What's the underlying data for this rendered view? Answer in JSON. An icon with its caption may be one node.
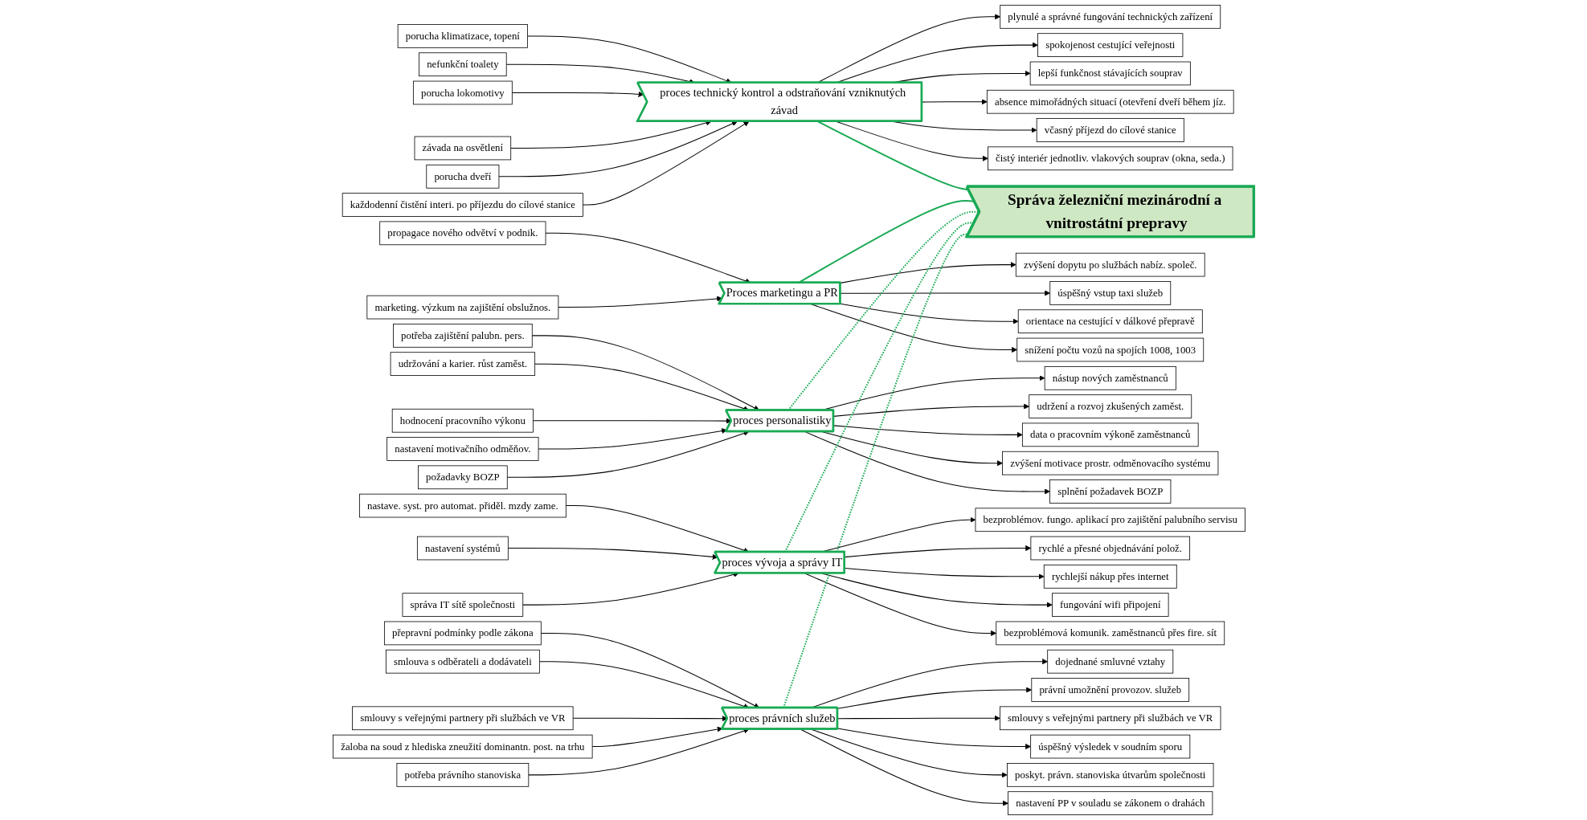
{
  "diagram": {
    "nodes": [
      {
        "text": [
          "proces technický kontrol a odstraňování vzniknutých závad"
        ]
      },
      {
        "text": [
          "porucha klimatizace, topení"
        ]
      },
      {
        "text": [
          "nefunkční toalety"
        ]
      },
      {
        "text": [
          "porucha lokomotivy"
        ]
      },
      {
        "text": [
          "závada na osvětlení"
        ]
      },
      {
        "text": [
          "porucha dveří"
        ]
      },
      {
        "text": [
          "každodenní čistění interi. po příjezdu do cílové stanice"
        ]
      },
      {
        "text": [
          "plynulé a správné fungování technických zařízení"
        ]
      },
      {
        "text": [
          "spokojenost cestující veřejnosti"
        ]
      },
      {
        "text": [
          "lepší funkčnost stávajících souprav"
        ]
      },
      {
        "text": [
          "absence mimořádných situací (otevření dveří během jíz."
        ]
      },
      {
        "text": [
          "včasný příjezd do cílové stanice"
        ]
      },
      {
        "text": [
          "čistý interiér jednotliv. vlakových souprav (okna, seda.)"
        ]
      },
      {
        "text": [
          "Proces marketingu a PR"
        ]
      },
      {
        "text": [
          "propagace nového odvětví v podnik."
        ]
      },
      {
        "text": [
          "marketing. výzkum na zajištění obslužnos."
        ]
      },
      {
        "text": [
          "zvýšení dopytu po službách nabíz. společ."
        ]
      },
      {
        "text": [
          "úspěšný vstup taxi služeb"
        ]
      },
      {
        "text": [
          "orientace na cestující v dálkové přepravě"
        ]
      },
      {
        "text": [
          "snížení počtu vozů na spojích 1008, 1003"
        ]
      },
      {
        "text": [
          "proces personalistiky"
        ]
      },
      {
        "text": [
          "potřeba zajištění palubn. pers."
        ]
      },
      {
        "text": [
          "udržování a karier. růst zaměst."
        ]
      },
      {
        "text": [
          "hodnocení pracovního výkonu"
        ]
      },
      {
        "text": [
          "nastavení motivačního odměňov."
        ]
      },
      {
        "text": [
          "požadavky BOZP"
        ]
      },
      {
        "text": [
          "nástup nových zaměstnanců"
        ]
      },
      {
        "text": [
          "udržení a rozvoj zkušených zaměst."
        ]
      },
      {
        "text": [
          "data o pracovním výkoně zaměstnanců"
        ]
      },
      {
        "text": [
          "zvýšení motivace prostr. odměnovacího systému"
        ]
      },
      {
        "text": [
          "splnění požadavek BOZP"
        ]
      },
      {
        "text": [
          "proces vývoja a správy IT"
        ]
      },
      {
        "text": [
          "nastave. syst. pro automat. přiděl. mzdy zame."
        ]
      },
      {
        "text": [
          "nastavení systémů"
        ]
      },
      {
        "text": [
          "správa IT sítě společnosti"
        ]
      },
      {
        "text": [
          "bezproblémov. fungo. aplikací pro zajištění palubního servisu"
        ]
      },
      {
        "text": [
          "rychlé a přesné objednávání polož."
        ]
      },
      {
        "text": [
          "rychlejší nákup přes internet"
        ]
      },
      {
        "text": [
          "fungování wifi připojení"
        ]
      },
      {
        "text": [
          "bezproblémová komunik. zaměstnanců přes fire. sít"
        ]
      },
      {
        "text": [
          "proces právních služeb"
        ]
      },
      {
        "text": [
          "přepravní podmínky podle zákona"
        ]
      },
      {
        "text": [
          "smlouva s odběrateli a dodávateli"
        ]
      },
      {
        "text": [
          "smlouvy s veřejnými partnery při službách ve VR"
        ]
      },
      {
        "text": [
          "žaloba na soud z hlediska zneužití dominantn. post. na trhu"
        ]
      },
      {
        "text": [
          "potřeba právního stanoviska"
        ]
      },
      {
        "text": [
          "dojednané smluvné vztahy"
        ]
      },
      {
        "text": [
          "právní umožnění provozov. služeb"
        ]
      },
      {
        "text": [
          "smlouvy s veřejnými partnery při službách ve VR"
        ]
      },
      {
        "text": [
          "úspěšný výsledek v soudním sporu"
        ]
      },
      {
        "text": [
          "poskyt. právn. stanoviska útvarům společnosti"
        ]
      },
      {
        "text": [
          "nastavení PP v souladu se zákonem o drahách"
        ]
      },
      {
        "text": [
          "Správa železniční mezinárodní a vnitrostátní prepravy"
        ]
      }
    ],
    "edges": [
      {
        "from": 1,
        "to": 0,
        "arrow": "to"
      },
      {
        "from": 2,
        "to": 0,
        "arrow": "to"
      },
      {
        "from": 3,
        "to": 0,
        "arrow": "to"
      },
      {
        "from": 4,
        "to": 0,
        "arrow": "to"
      },
      {
        "from": 5,
        "to": 0,
        "arrow": "to"
      },
      {
        "from": 6,
        "to": 0,
        "arrow": "to"
      },
      {
        "from": 0,
        "to": 7,
        "arrow": "to"
      },
      {
        "from": 0,
        "to": 8,
        "arrow": "to"
      },
      {
        "from": 0,
        "to": 9,
        "arrow": "to"
      },
      {
        "from": 0,
        "to": 10,
        "arrow": "to"
      },
      {
        "from": 0,
        "to": 11,
        "arrow": "to"
      },
      {
        "from": 0,
        "to": 12,
        "arrow": "to"
      },
      {
        "from": 0,
        "to": 52,
        "arrow": "none",
        "color": "#1aaa55"
      },
      {
        "from": 14,
        "to": 13,
        "arrow": "to"
      },
      {
        "from": 15,
        "to": 13,
        "arrow": "to"
      },
      {
        "from": 13,
        "to": 16,
        "arrow": "to"
      },
      {
        "from": 13,
        "to": 17,
        "arrow": "to"
      },
      {
        "from": 13,
        "to": 18,
        "arrow": "to"
      },
      {
        "from": 13,
        "to": 19,
        "arrow": "to"
      },
      {
        "from": 13,
        "to": 52,
        "arrow": "none",
        "color": "#1aaa55"
      },
      {
        "from": 21,
        "to": 20,
        "arrow": "to"
      },
      {
        "from": 22,
        "to": 20,
        "arrow": "to"
      },
      {
        "from": 23,
        "to": 20,
        "arrow": "to"
      },
      {
        "from": 24,
        "to": 20,
        "arrow": "to"
      },
      {
        "from": 25,
        "to": 20,
        "arrow": "to"
      },
      {
        "from": 20,
        "to": 26,
        "arrow": "to"
      },
      {
        "from": 20,
        "to": 27,
        "arrow": "to"
      },
      {
        "from": 20,
        "to": 28,
        "arrow": "to"
      },
      {
        "from": 20,
        "to": 29,
        "arrow": "to"
      },
      {
        "from": 20,
        "to": 30,
        "arrow": "to"
      },
      {
        "from": 20,
        "to": 52,
        "arrow": "none",
        "style": "dashed",
        "color": "#1aaa55"
      },
      {
        "from": 32,
        "to": 31,
        "arrow": "to"
      },
      {
        "from": 33,
        "to": 31,
        "arrow": "to"
      },
      {
        "from": 34,
        "to": 31,
        "arrow": "to"
      },
      {
        "from": 31,
        "to": 35,
        "arrow": "to"
      },
      {
        "from": 31,
        "to": 36,
        "arrow": "to"
      },
      {
        "from": 31,
        "to": 37,
        "arrow": "to"
      },
      {
        "from": 31,
        "to": 38,
        "arrow": "to"
      },
      {
        "from": 31,
        "to": 39,
        "arrow": "to"
      },
      {
        "from": 31,
        "to": 52,
        "arrow": "none",
        "style": "dashed",
        "color": "#1aaa55"
      },
      {
        "from": 41,
        "to": 40,
        "arrow": "to"
      },
      {
        "from": 42,
        "to": 40,
        "arrow": "to"
      },
      {
        "from": 43,
        "to": 40,
        "arrow": "to"
      },
      {
        "from": 44,
        "to": 40,
        "arrow": "to"
      },
      {
        "from": 45,
        "to": 40,
        "arrow": "to"
      },
      {
        "from": 40,
        "to": 46,
        "arrow": "to"
      },
      {
        "from": 40,
        "to": 47,
        "arrow": "to"
      },
      {
        "from": 40,
        "to": 48,
        "arrow": "to"
      },
      {
        "from": 40,
        "to": 49,
        "arrow": "to"
      },
      {
        "from": 40,
        "to": 50,
        "arrow": "to"
      },
      {
        "from": 40,
        "to": 51,
        "arrow": "to"
      },
      {
        "from": 40,
        "to": 52,
        "arrow": "none",
        "style": "dashed",
        "color": "#1aaa55"
      }
    ]
  }
}
